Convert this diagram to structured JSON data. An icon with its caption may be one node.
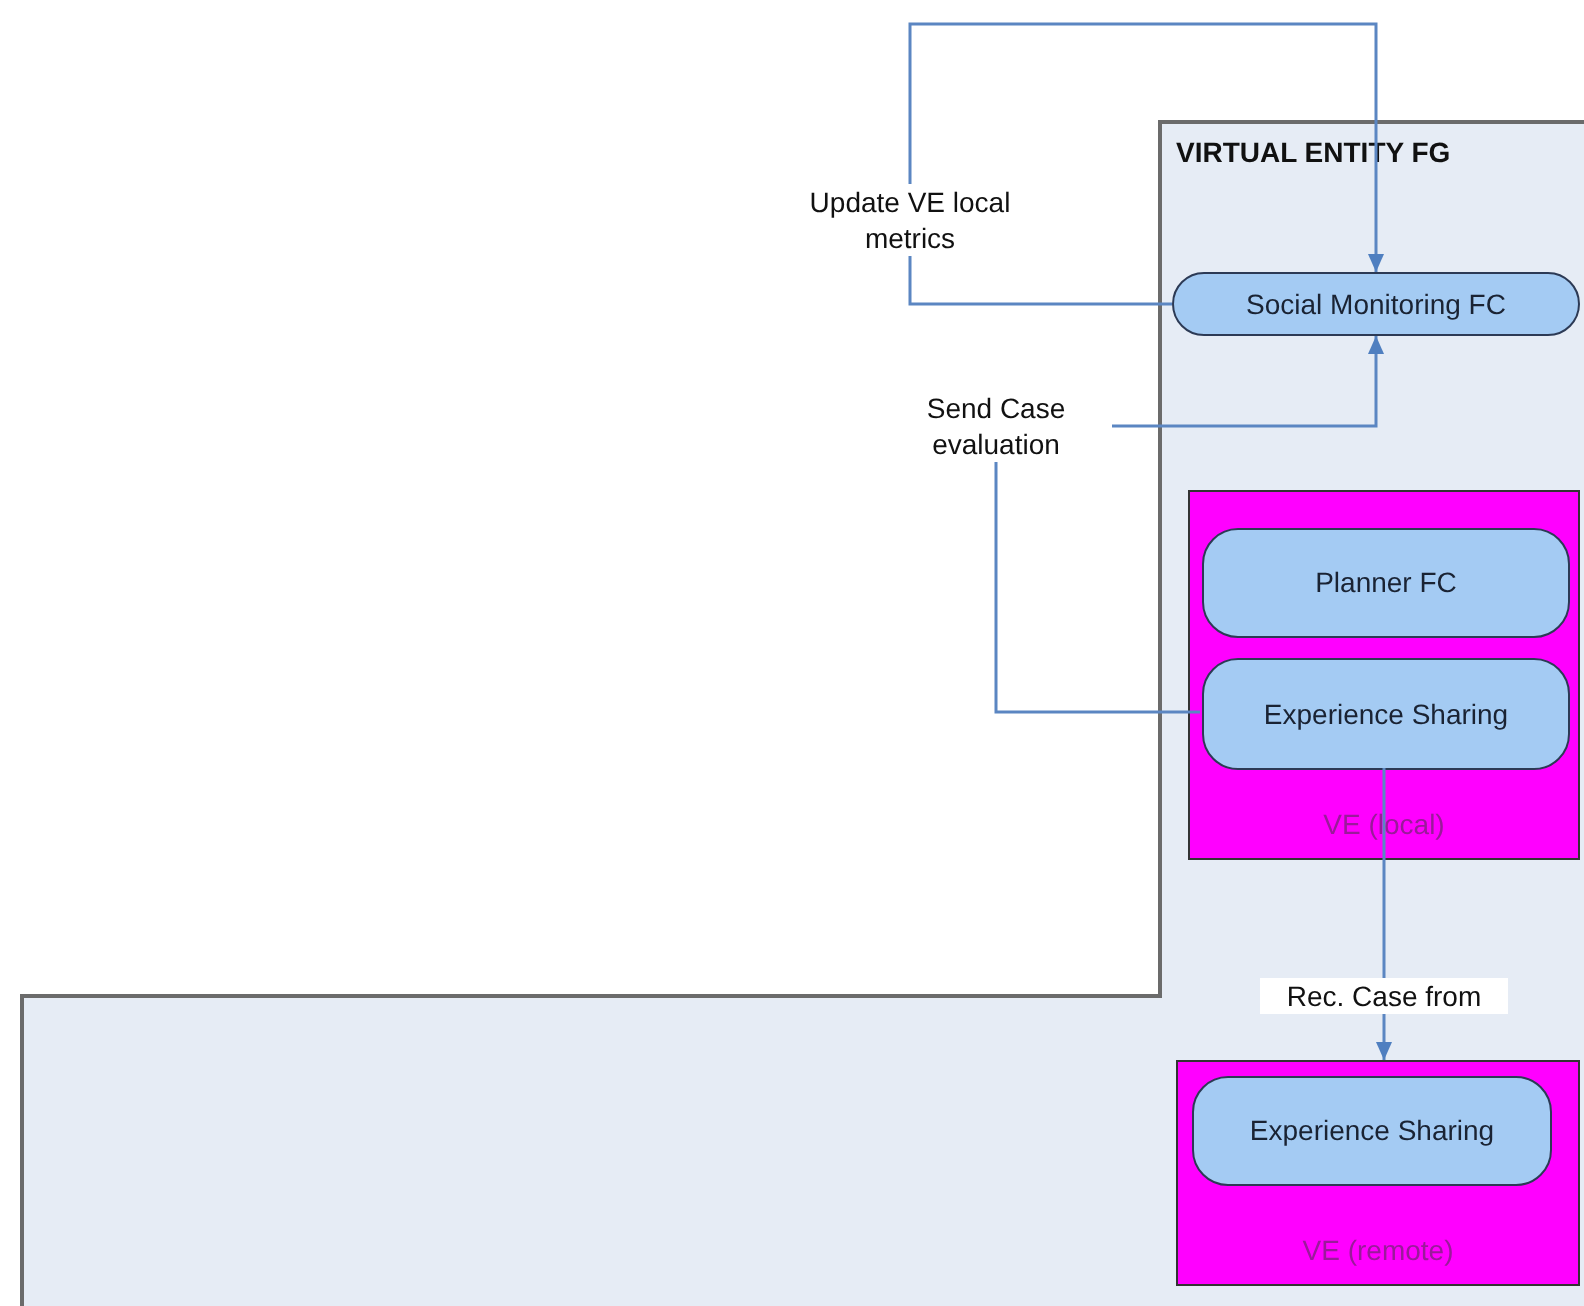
{
  "diagram": {
    "nodes": [
      {
        "text": [
          "VIRTUAL ENTITY FG"
        ]
      },
      {
        "text": [
          "Social Monitoring FC"
        ],
        "in": 0
      },
      {
        "text": [
          "VE (local)"
        ],
        "in": 0
      },
      {
        "text": [
          "Planner FC"
        ],
        "in": 2
      },
      {
        "text": [
          "Experience Sharing"
        ],
        "in": 2
      },
      {
        "text": [
          "VE (remote)"
        ],
        "in": 0
      },
      {
        "text": [
          "Experience Sharing"
        ],
        "in": 5
      }
    ],
    "edges": [
      {
        "from": 1,
        "to": 1,
        "arrow": "to",
        "label": "Update VE local metrics"
      },
      {
        "from": 4,
        "to": 1,
        "arrow": "to",
        "label": "Send Case evaluation"
      },
      {
        "from": 4,
        "to": 5,
        "arrow": "to",
        "label": "Rec. Case from"
      }
    ]
  }
}
